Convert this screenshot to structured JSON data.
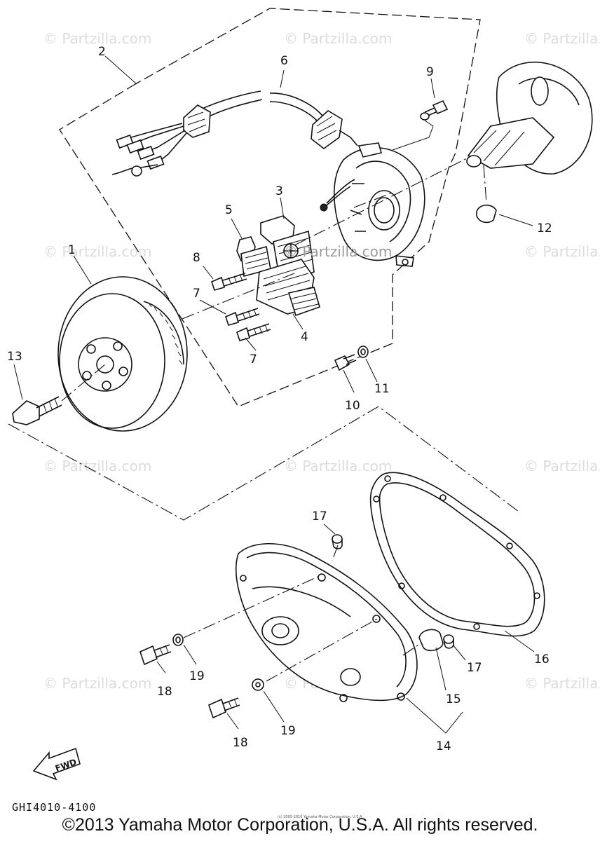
{
  "watermark": "© Partzilla.com",
  "center_watermark": "© Partzilla.com",
  "callouts": {
    "c1": "1",
    "c2": "2",
    "c3": "3",
    "c4": "4",
    "c5": "5",
    "c6": "6",
    "c7a": "7",
    "c7b": "7",
    "c8": "8",
    "c9": "9",
    "c10": "10",
    "c11": "11",
    "c12": "12",
    "c13": "13",
    "c14": "14",
    "c15": "15",
    "c16": "16",
    "c17a": "17",
    "c17b": "17",
    "c18a": "18",
    "c18b": "18",
    "c19a": "19",
    "c19b": "19"
  },
  "fwd_label": "FWD",
  "part_code": "GHI4010-4100",
  "tiny_credit": "(c) 2005-2016 Yamaha Motor Corporation, U.S.A.",
  "copyright": "©2013 Yamaha Motor Corporation, U.S.A. All rights reserved."
}
